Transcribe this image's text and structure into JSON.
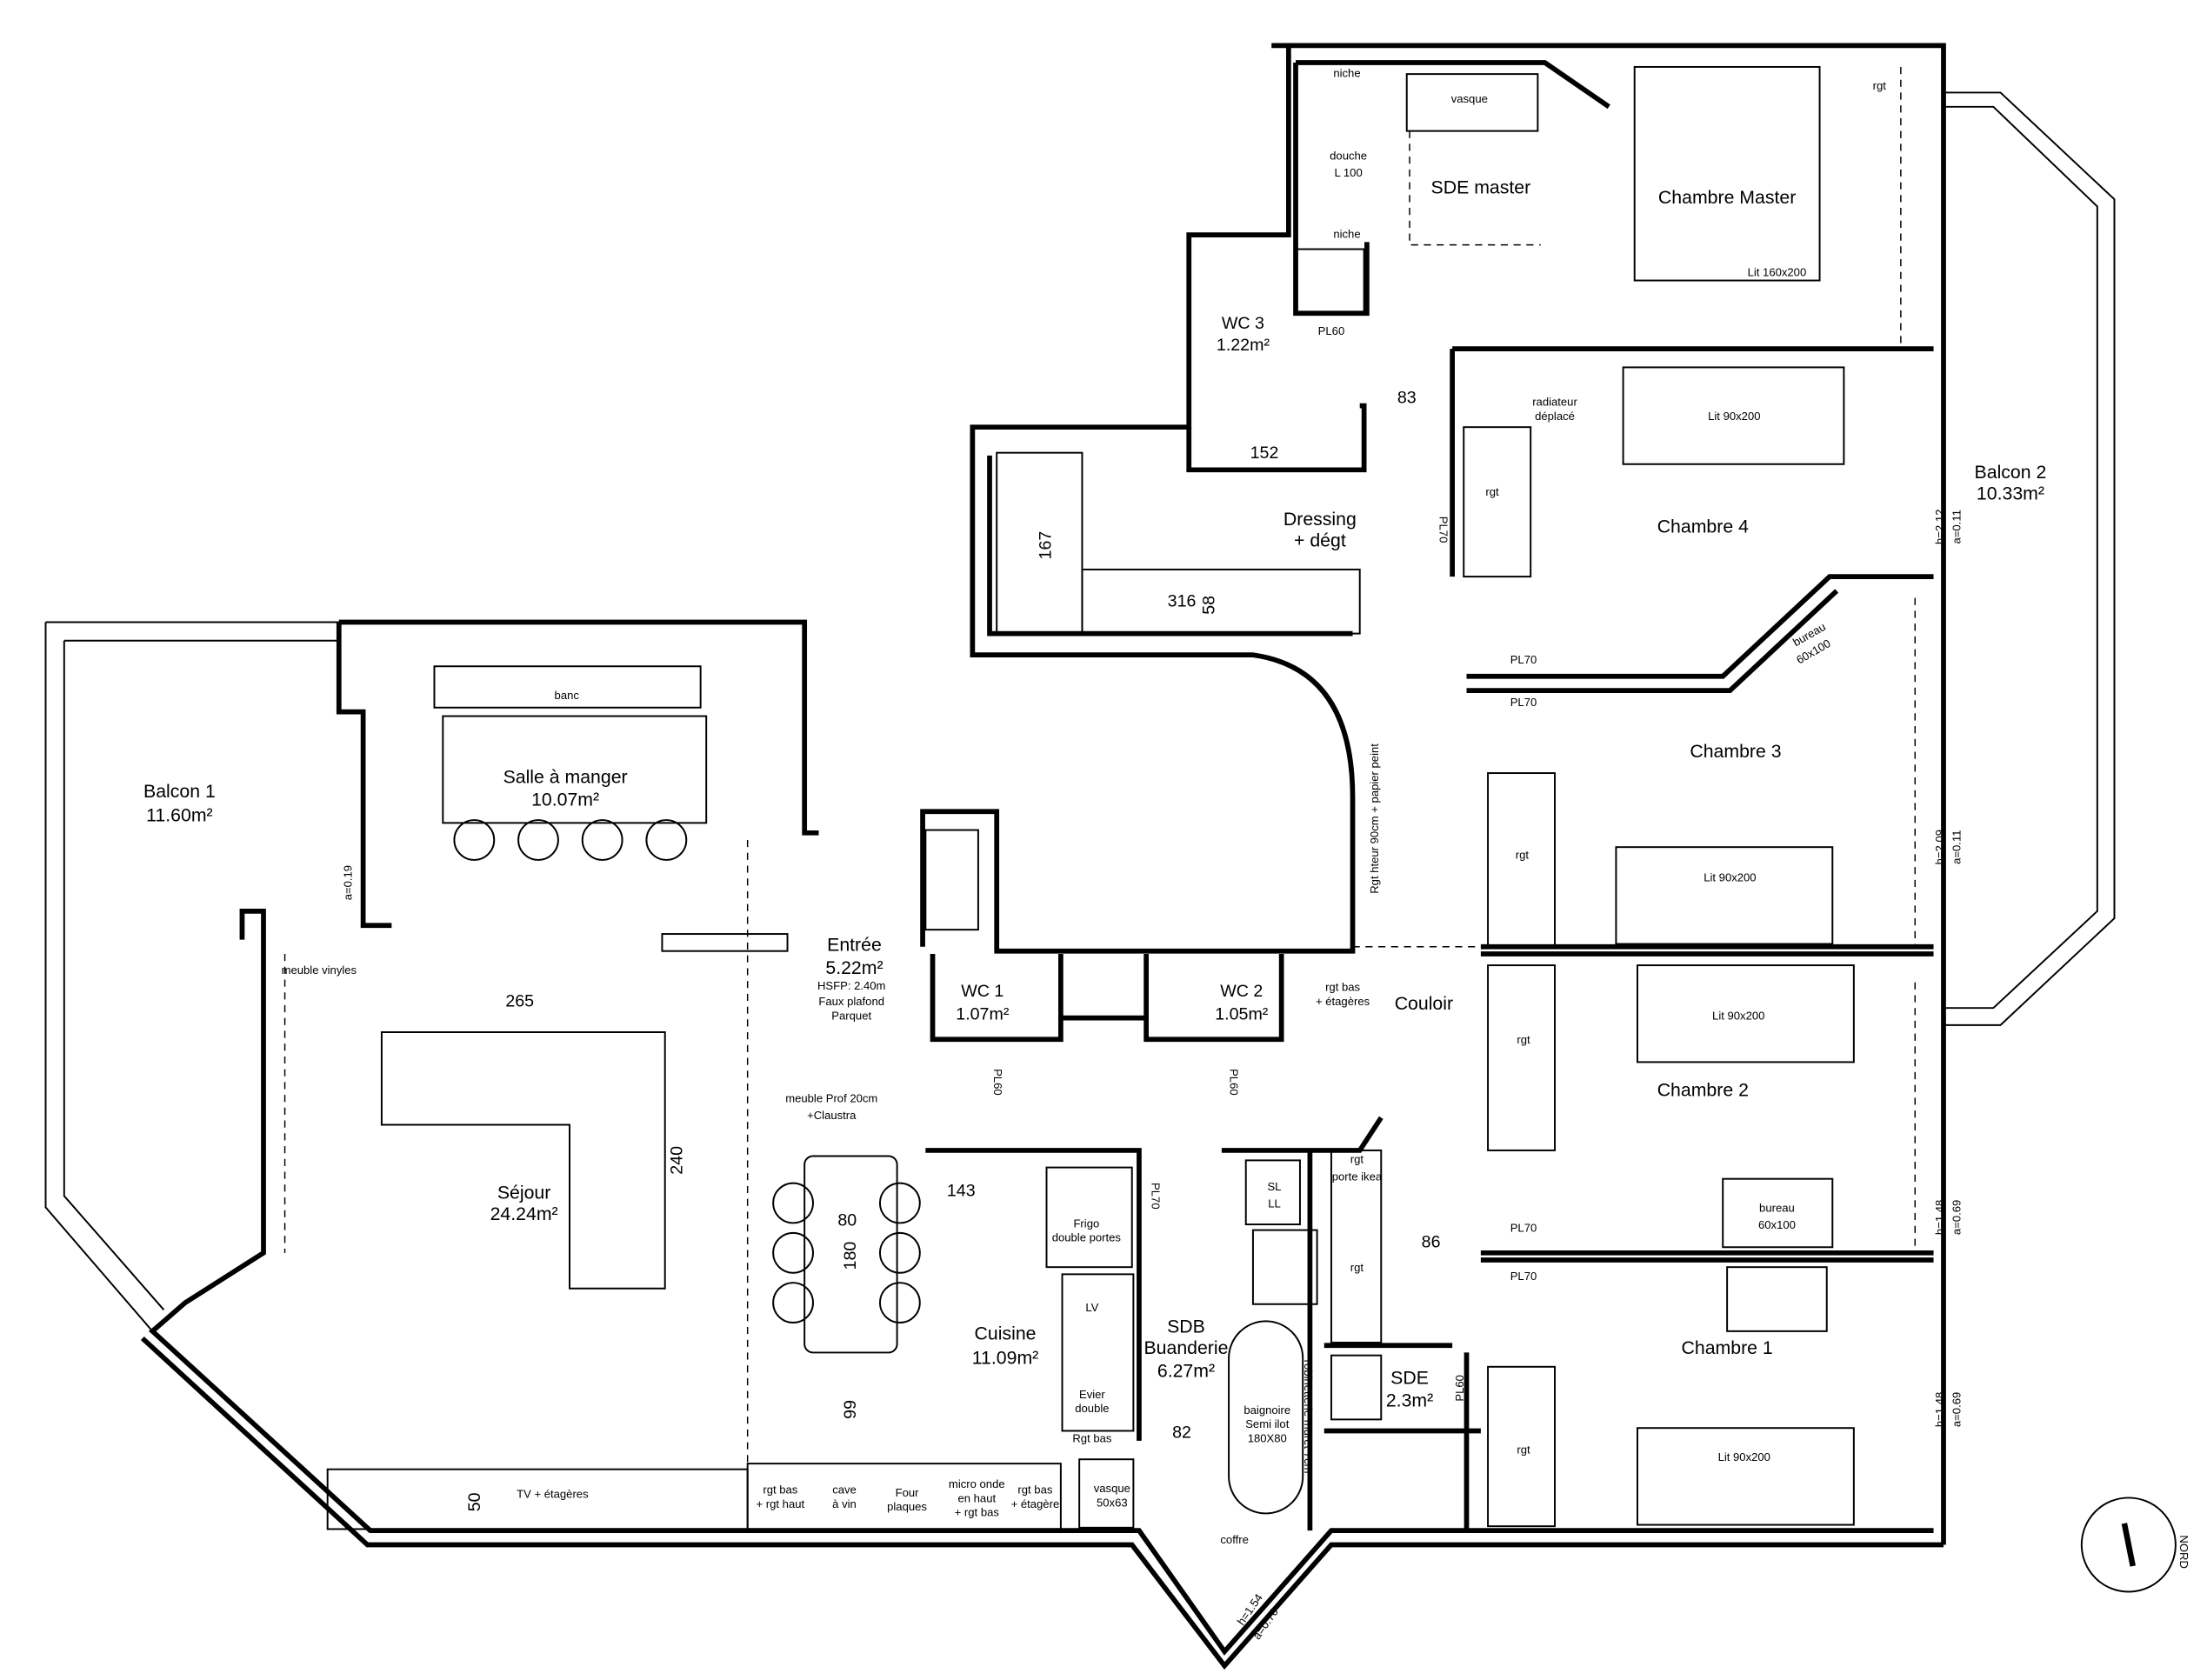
{
  "colors": {
    "ink": "#000000",
    "background": "#ffffff"
  },
  "rooms": {
    "sde_master": {
      "name": "SDE master"
    },
    "chambre_master": {
      "name": "Chambre Master"
    },
    "wc3": {
      "name": "WC 3",
      "area": "1.22m²"
    },
    "dressing": {
      "name": "Dressing",
      "name2": "+ dégt"
    },
    "chambre4": {
      "name": "Chambre 4"
    },
    "balcon2": {
      "name": "Balcon 2",
      "area": "10.33m²"
    },
    "chambre3": {
      "name": "Chambre 3"
    },
    "balcon1": {
      "name": "Balcon 1",
      "area": "11.60m²"
    },
    "salle_a_manger": {
      "name": "Salle à manger",
      "area": "10.07m²"
    },
    "entree": {
      "name": "Entrée",
      "area": "5.22m²",
      "note1": "HSFP: 2.40m",
      "note2": "Faux plafond",
      "note3": "Parquet"
    },
    "wc1": {
      "name": "WC 1",
      "area": "1.07m²"
    },
    "wc2": {
      "name": "WC 2",
      "area": "1.05m²"
    },
    "couloir": {
      "name": "Couloir"
    },
    "chambre2": {
      "name": "Chambre  2"
    },
    "sejour": {
      "name": "Séjour",
      "area": "24.24m²"
    },
    "cuisine": {
      "name": "Cuisine",
      "area": "11.09m²"
    },
    "sdb": {
      "name": "SDB",
      "name2": "Buanderie",
      "area": "6.27m²"
    },
    "chambre1": {
      "name": "Chambre  1"
    },
    "sde": {
      "name": "SDE",
      "area": "2.3m²"
    }
  },
  "furniture": {
    "niche": "niche",
    "douche1": "douche",
    "douche2": "L 100",
    "vasque": "vasque",
    "rgt": "rgt",
    "lit160": "Lit 160x200",
    "lit90": "Lit 90x200",
    "radiateur1": "radiateur",
    "radiateur2": "déplacé",
    "bureau1": "bureau",
    "bureau2": "60x100",
    "rgt_hteur": "Rgt hteur 90cm + papier peint",
    "banc": "banc",
    "meuble_vinyles": "meuble vinyles",
    "rgt_bas_etageres1": "rgt bas",
    "rgt_bas_etageres2": "+ étagères",
    "meuble_prof1": "meuble Prof 20cm",
    "meuble_prof2": "+Claustra",
    "rgt_ikea1": "rgt",
    "rgt_ikea2": "porte ikea",
    "sl": "SL",
    "ll": "LL",
    "frigo1": "Frigo",
    "frigo2": "double portes",
    "lv": "LV",
    "evier1": "Evier",
    "evier2": "double",
    "robinetterie": "robinetterie muret 7cm",
    "baignoire1": "baignoire",
    "baignoire2": "Semi ilot",
    "baignoire3": "180X80",
    "rgt_bas": "Rgt bas",
    "tv": "TV + étagères",
    "k1a": "rgt bas",
    "k1b": "+ rgt haut",
    "k2a": "cave",
    "k2b": "à vin",
    "k3a": "Four",
    "k3b": "plaques",
    "k4a": "micro onde",
    "k4b": "en haut",
    "k4c": "+ rgt bas",
    "k5a": "rgt bas",
    "k5b": "+ étagère",
    "vasque2a": "vasque",
    "vasque2b": "50x63",
    "coffre": "coffre"
  },
  "doors": {
    "pl60": "PL60",
    "pl70": "PL70"
  },
  "dimensions": {
    "d83": "83",
    "d152": "152",
    "d167": "167",
    "d316": "316",
    "d58": "58",
    "d265": "265",
    "d240": "240",
    "d143": "143",
    "d80": "80",
    "d180": "180",
    "d86": "86",
    "d99": "99",
    "d82": "82",
    "d50": "50"
  },
  "windows": {
    "w1h": "h=2.12",
    "w1a": "a=0.11",
    "w2h": "h=2.09",
    "w2a": "a=0.11",
    "w3h": "h=1.48",
    "w3a": "a=0.69",
    "w4h": "h=1.48",
    "w4a": "a=0.69",
    "w5h": "h=1.54",
    "w5a": "a=0.70",
    "w6a": "a=0.19"
  },
  "compass": {
    "label": "NORD"
  }
}
